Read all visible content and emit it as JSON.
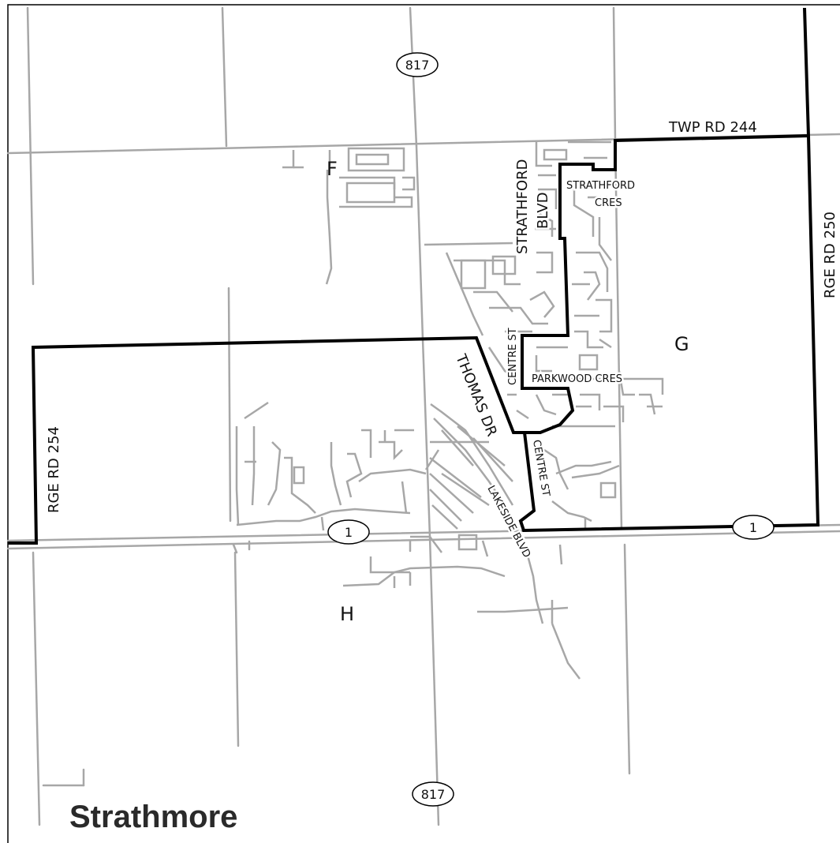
{
  "map": {
    "title": "Strathmore",
    "colors": {
      "road": "#a7a7a7",
      "boundary": "#000000",
      "background": "#ffffff"
    },
    "zones": [
      {
        "id": "F",
        "label": "F"
      },
      {
        "id": "G",
        "label": "G"
      },
      {
        "id": "H",
        "label": "H"
      }
    ],
    "roads": {
      "twp_rd_244": "TWP RD 244",
      "rge_rd_250": "RGE RD 250",
      "rge_rd_254": "RGE RD 254",
      "strathford_blvd_line1": "STRATHFORD",
      "strathford_blvd_line2": "BLVD",
      "strathford_cres_line1": "STRATHFORD",
      "strathford_cres_line2": "CRES",
      "centre_st_north": "CENTRE ST",
      "centre_st_south": "CENTRE ST",
      "thomas_dr": "THOMAS DR",
      "parkwood_cres": "PARKWOOD CRES",
      "lakeside_blvd": "LAKESIDE BLVD"
    },
    "shields": {
      "hwy_817_north": "817",
      "hwy_817_south": "817",
      "hwy_1_west": "1",
      "hwy_1_east": "1"
    }
  }
}
